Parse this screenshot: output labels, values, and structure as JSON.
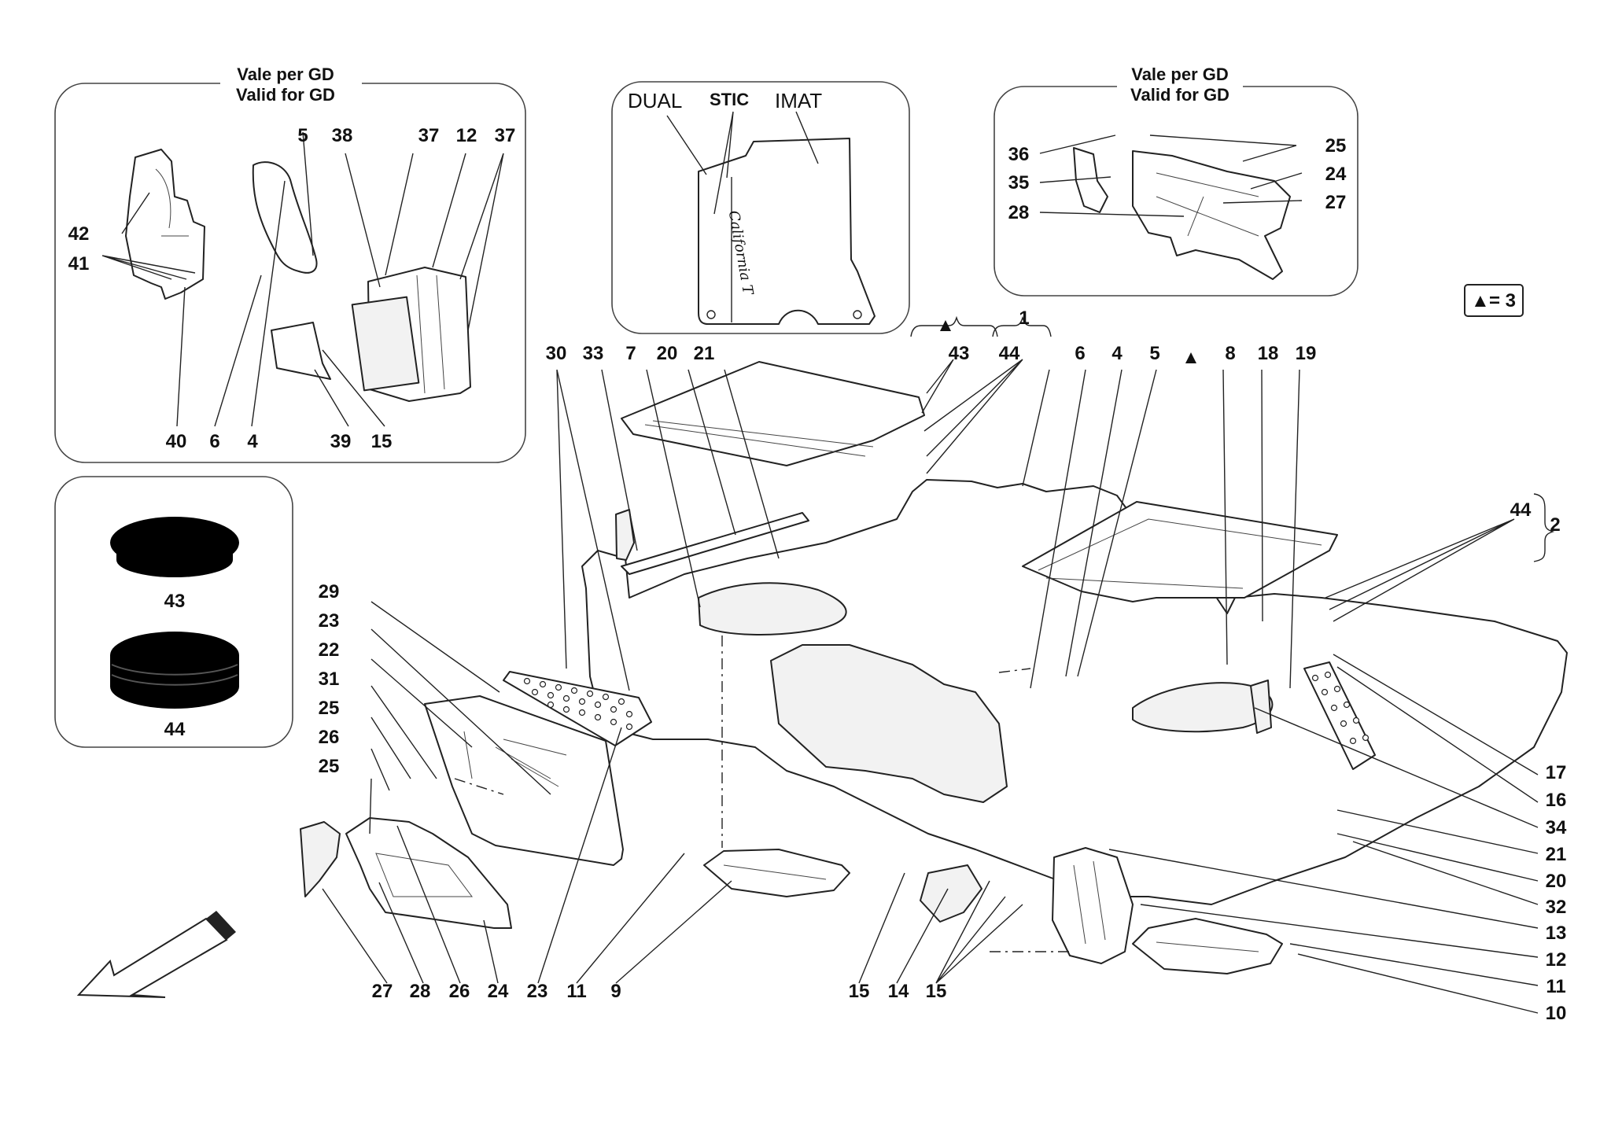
{
  "panels": {
    "gd_left": {
      "title_it": "Vale per GD",
      "title_en": "Valid for GD"
    },
    "gd_right": {
      "title_it": "Vale per GD",
      "title_en": "Valid for GD"
    },
    "mat_inset": {
      "dual": "DUAL",
      "stic": "STIC",
      "imat": "IMAT",
      "script": "California T"
    },
    "legend": {
      "symbol": "▲",
      "text": "= 3"
    }
  },
  "part_numbers": {
    "gd_left": [
      "5",
      "38",
      "37",
      "12",
      "37",
      "42",
      "41",
      "40",
      "6",
      "4",
      "39",
      "15"
    ],
    "plugs": [
      "43",
      "44"
    ],
    "gd_right": [
      "36",
      "35",
      "28",
      "25",
      "24",
      "27"
    ],
    "main_top": [
      "30",
      "33",
      "7",
      "20",
      "21",
      "43",
      "1",
      "44",
      "6",
      "4",
      "5",
      "8",
      "18",
      "19",
      "44",
      "2"
    ],
    "main_left": [
      "29",
      "23",
      "22",
      "31",
      "25",
      "26",
      "25"
    ],
    "main_right": [
      "17",
      "16",
      "34",
      "21",
      "20",
      "32",
      "13",
      "12",
      "11",
      "10"
    ],
    "main_bottom": [
      "27",
      "28",
      "26",
      "24",
      "23",
      "11",
      "9",
      "15",
      "14",
      "15"
    ],
    "triangles": [
      "▲",
      "▲"
    ]
  },
  "colors": {
    "line": "#222222",
    "panel_border": "#444444",
    "plug_fill": "#000000"
  }
}
